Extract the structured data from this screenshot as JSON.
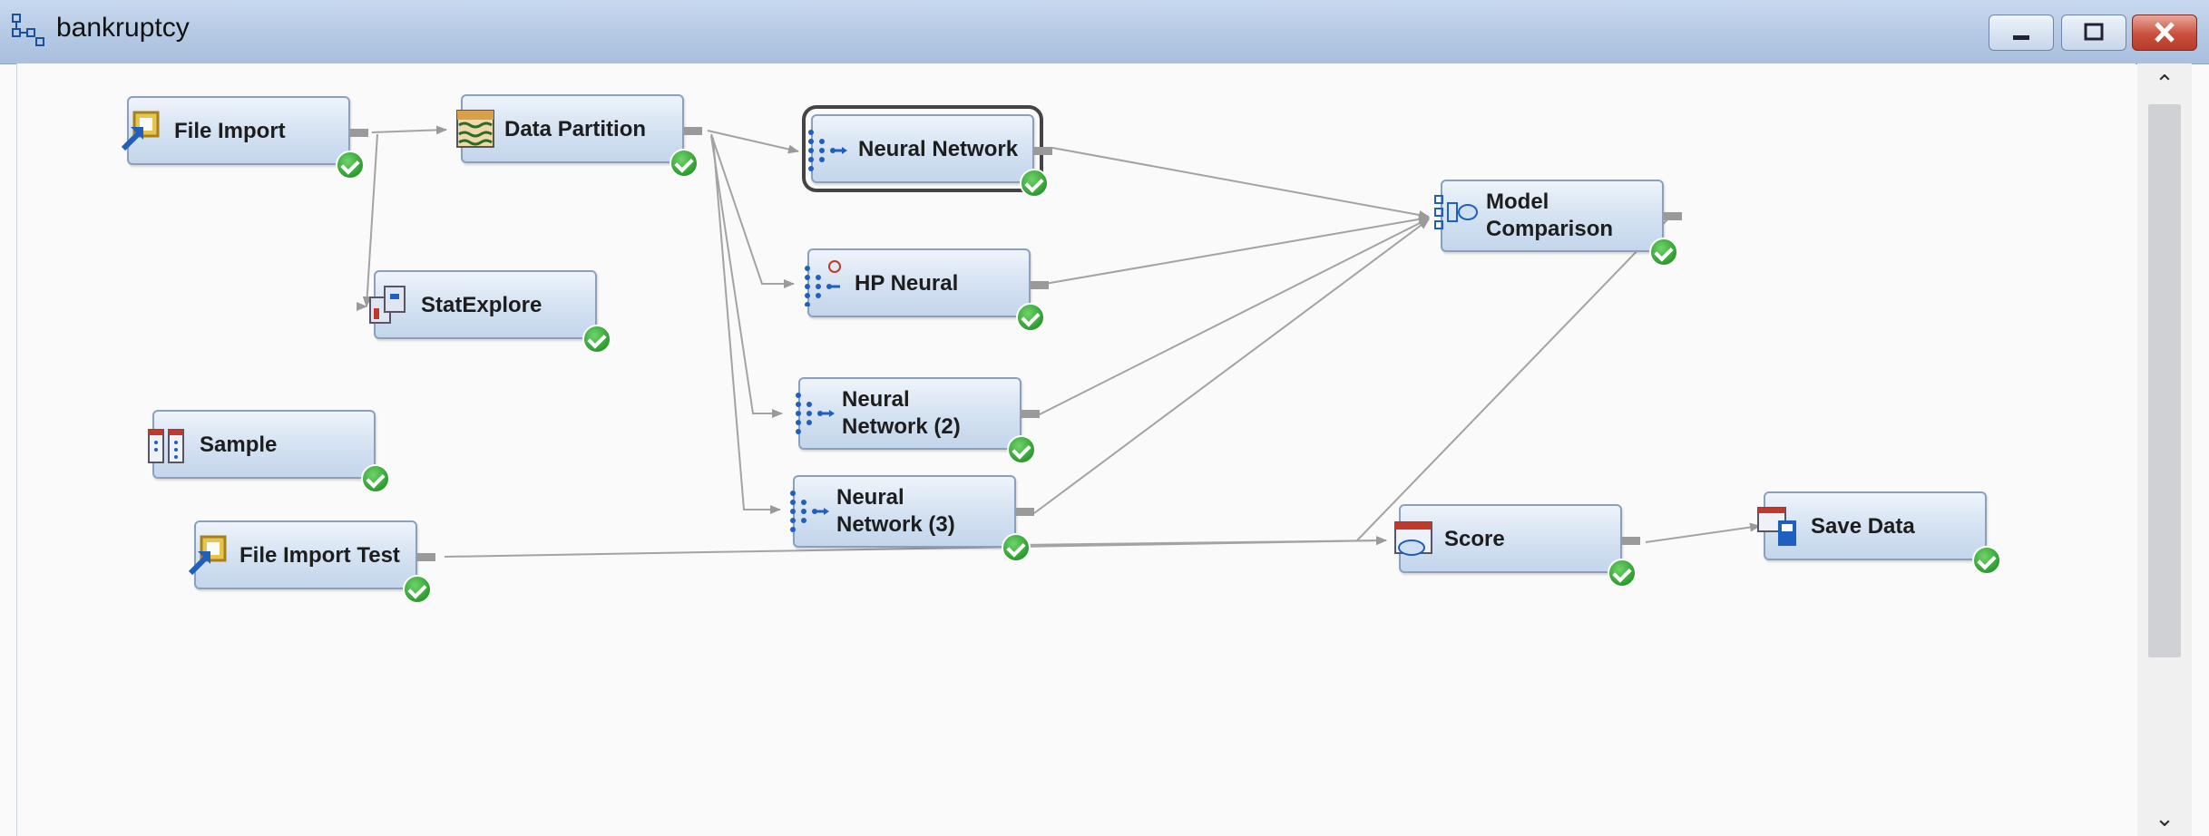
{
  "window": {
    "title": "bankruptcy"
  },
  "nodes": [
    {
      "id": "file-import",
      "label": "File Import"
    },
    {
      "id": "data-partition",
      "label": "Data Partition"
    },
    {
      "id": "neural-network",
      "label": "Neural Network"
    },
    {
      "id": "hp-neural",
      "label": "HP Neural"
    },
    {
      "id": "statexplore",
      "label": "StatExplore"
    },
    {
      "id": "neural-network-2",
      "label_line1": "Neural",
      "label_line2": "Network (2)"
    },
    {
      "id": "sample",
      "label": "Sample"
    },
    {
      "id": "neural-network-3",
      "label_line1": "Neural",
      "label_line2": "Network (3)"
    },
    {
      "id": "file-import-test",
      "label": "File Import Test"
    },
    {
      "id": "model-comparison",
      "label_line1": "Model",
      "label_line2": "Comparison"
    },
    {
      "id": "score",
      "label": "Score"
    },
    {
      "id": "save-data",
      "label": "Save Data"
    }
  ],
  "colors": {
    "node_border": "#8aa0bd",
    "link": "#9a9a9a",
    "status_ok": "#2c9c2e"
  },
  "status_icon": "green-check-icon"
}
